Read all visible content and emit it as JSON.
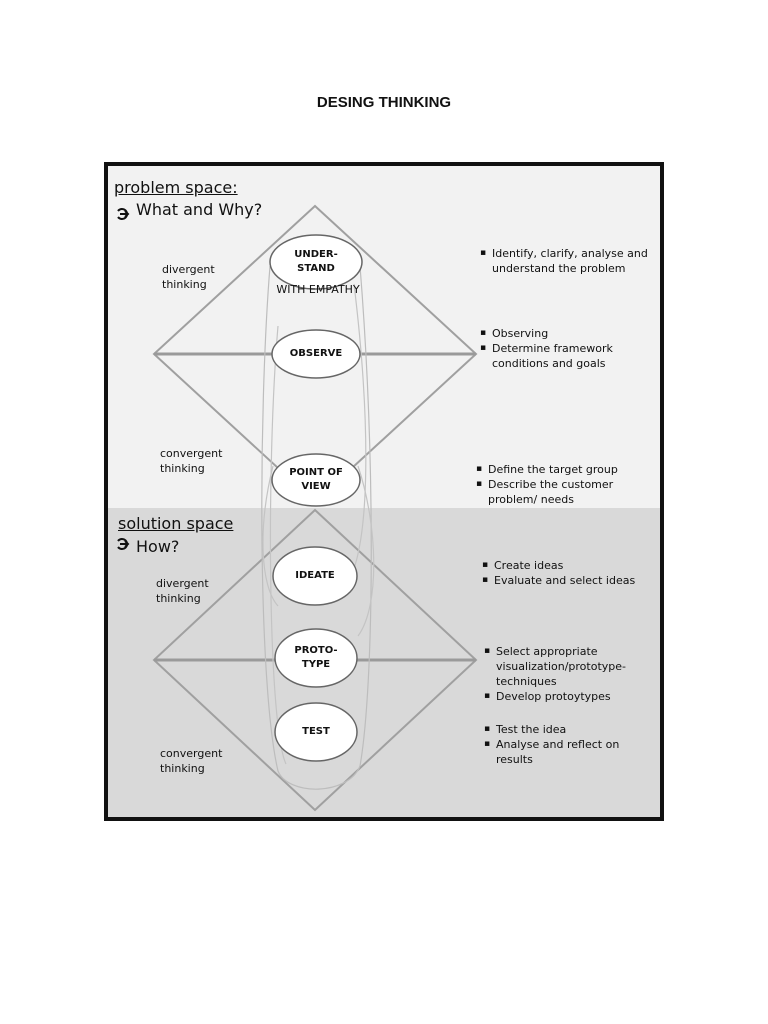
{
  "document": {
    "title": "DESING THINKING"
  },
  "problem_space": {
    "title": "problem space:",
    "question": "What and Why?",
    "divergent": "divergent\nthinking",
    "convergent": "convergent\nthinking"
  },
  "solution_space": {
    "title": "solution space",
    "question": "How?",
    "divergent": "divergent\nthinking",
    "convergent": "convergent\nthinking"
  },
  "nodes": {
    "understand": "UNDER-\nSTAND",
    "understand_sub": "WITH EMPATHY",
    "observe": "OBSERVE",
    "point_of_view": "POINT OF\nVIEW",
    "ideate": "IDEATE",
    "prototype": "PROTO-\nTYPE",
    "test": "TEST"
  },
  "bullets": {
    "understand": [
      "Identify, clarify, analyse and understand the problem"
    ],
    "observe": [
      "Observing",
      "Determine framework conditions and goals"
    ],
    "point_of_view": [
      "Define the target group",
      "Describe the customer problem/ needs"
    ],
    "ideate": [
      "Create ideas",
      "Evaluate and select ideas"
    ],
    "prototype": [
      "Select appropriate visualization/prototype-techniques",
      "Develop protoytypes"
    ],
    "test": [
      "Test the idea",
      "Analyse and reflect on results"
    ]
  },
  "icons": {
    "arrow": "arrow-right-icon"
  },
  "colors": {
    "problem_bg": "#f2f2f2",
    "solution_bg": "#d9d9d9",
    "line": "#9a9a9a"
  }
}
